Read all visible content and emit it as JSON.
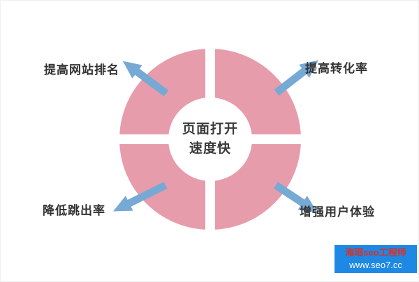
{
  "diagram": {
    "type": "radial-benefit-diagram",
    "center": {
      "line1": "页面打开",
      "line2": "速度快"
    },
    "labels": {
      "top_left": "提高网站排名",
      "top_right": "提高转化率",
      "bottom_left": "降低跳出率",
      "bottom_right": "增强用户体验"
    },
    "colors": {
      "ring_pink": "#e79cab",
      "arrow_blue": "#76a9d3",
      "text_dark": "#333333",
      "badge_background": "#1e88e5",
      "badge_title_red": "#d93025",
      "badge_url_white": "#ffffff"
    },
    "badge": {
      "title": "海瑶seo工程师",
      "url": "www.seo7.cc"
    }
  }
}
